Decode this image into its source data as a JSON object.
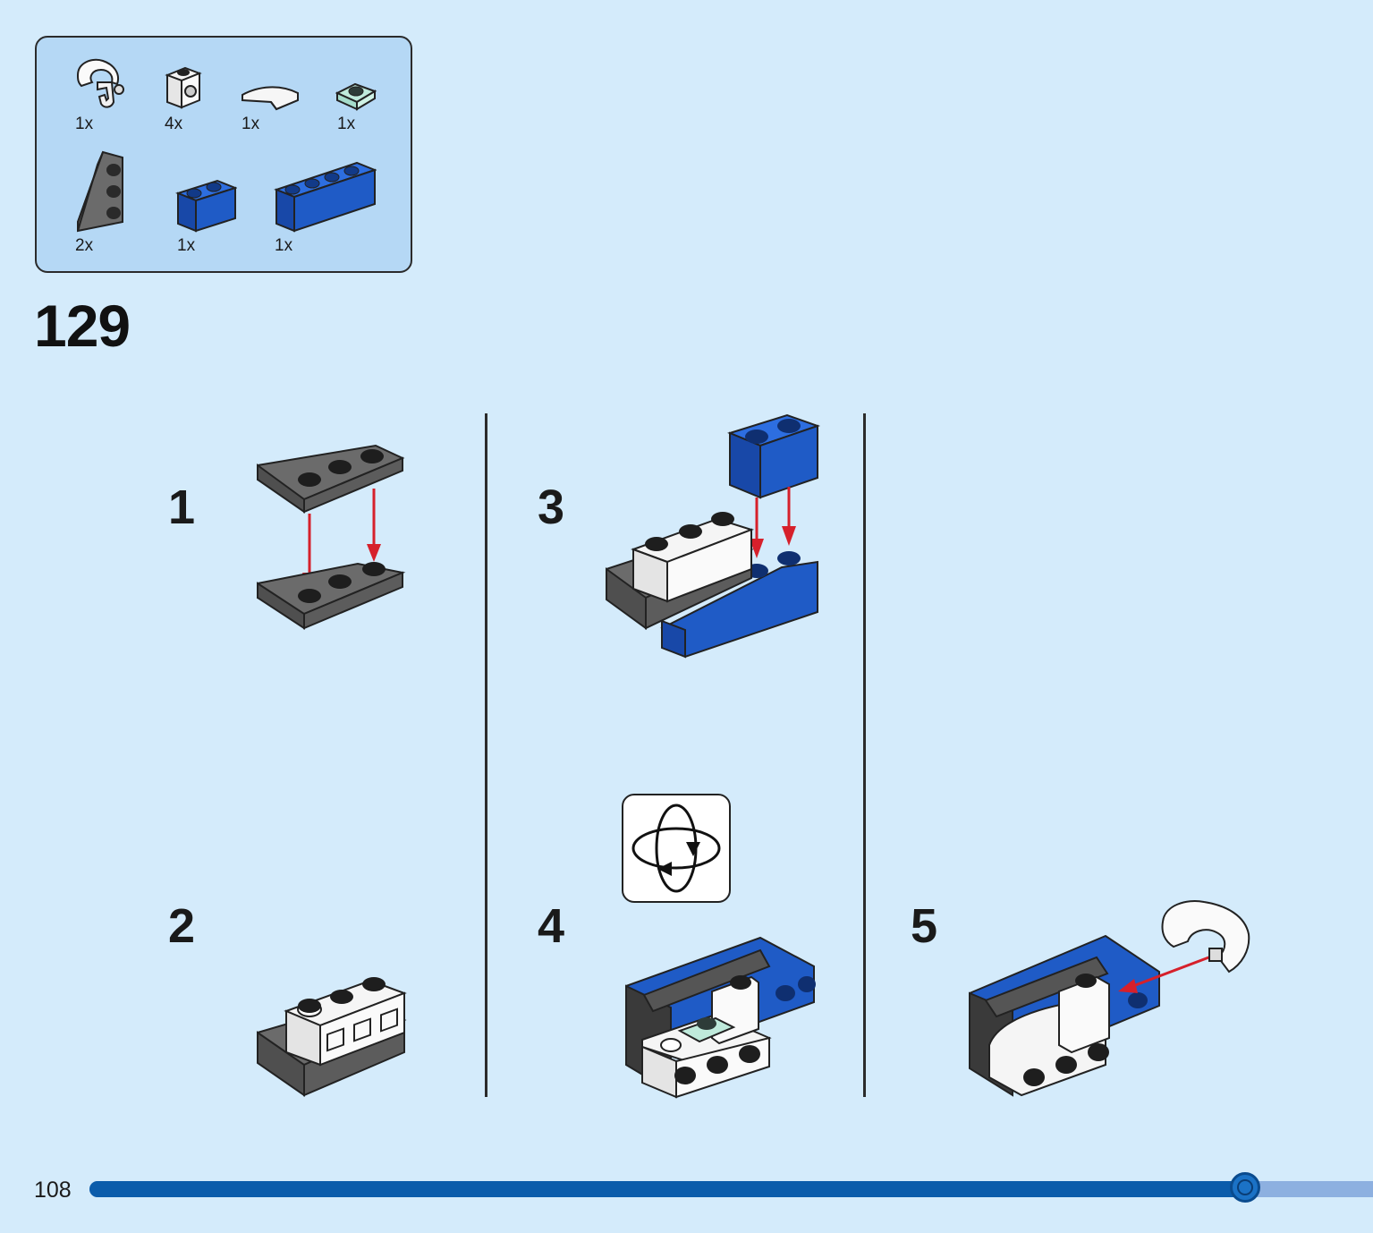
{
  "parts_list": {
    "items": [
      {
        "name": "white-curved-clip-piece",
        "qty": "1x"
      },
      {
        "name": "white-bracket-brick",
        "qty": "4x"
      },
      {
        "name": "white-curved-slope",
        "qty": "1x"
      },
      {
        "name": "trans-light-blue-round-plate",
        "qty": "1x"
      },
      {
        "name": "dark-gray-wedge-plate",
        "qty": "2x"
      },
      {
        "name": "blue-brick-1x2",
        "qty": "1x"
      },
      {
        "name": "blue-brick-1x4",
        "qty": "1x"
      }
    ]
  },
  "page_step": "129",
  "substeps": [
    {
      "label": "1"
    },
    {
      "label": "2"
    },
    {
      "label": "3"
    },
    {
      "label": "4"
    },
    {
      "label": "5"
    }
  ],
  "rotate_icon": "rotate-model-icon",
  "page_number": "108",
  "progress": 0.9,
  "colors": {
    "background": "#d4ebfb",
    "parts_box": "#b5d8f5",
    "blue_brick": "#1f5bc6",
    "dark_gray": "#6b6b6b",
    "arrow_red": "#d6202b",
    "progress_fill": "#0b5cab",
    "progress_track": "#8db0e0"
  }
}
